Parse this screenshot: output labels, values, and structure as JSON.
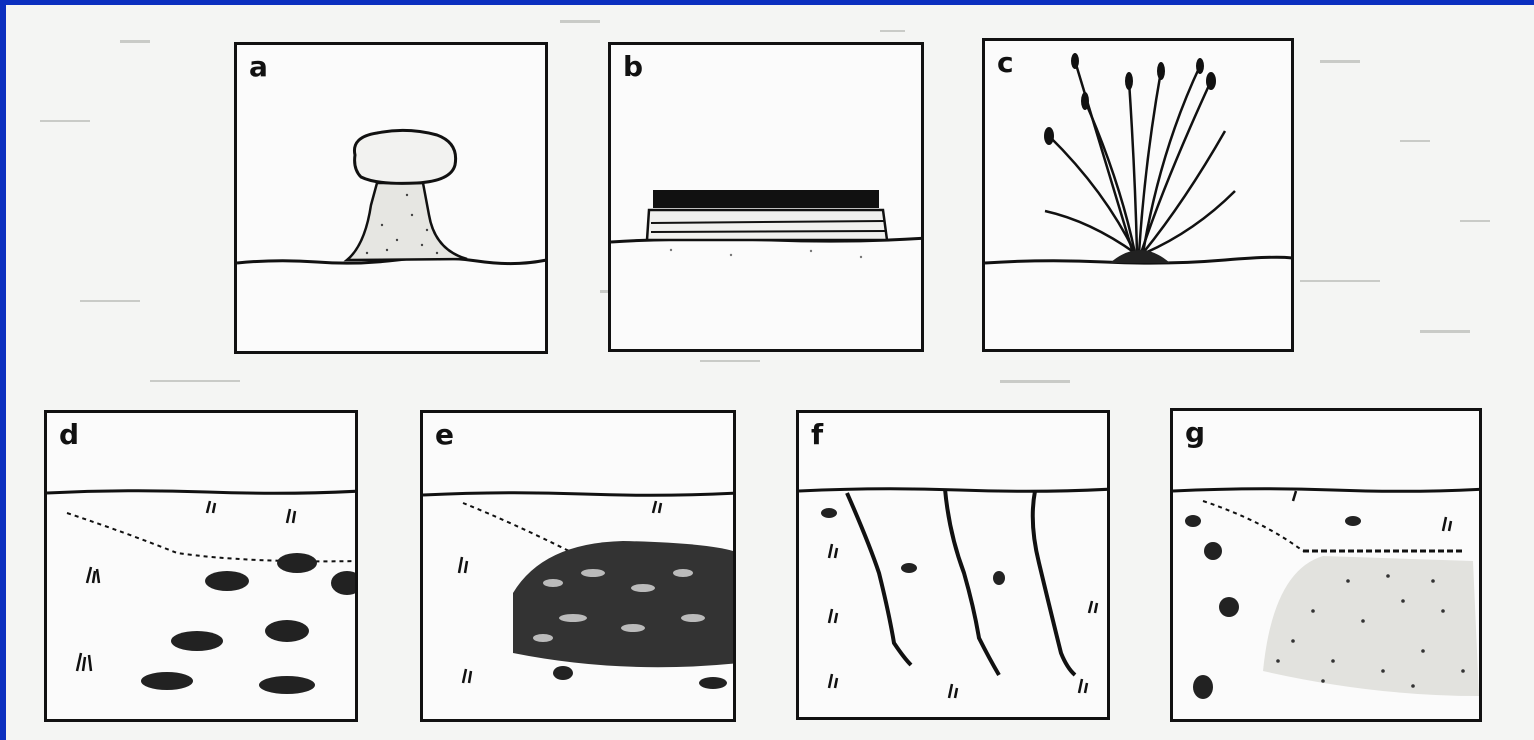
{
  "panels": [
    {
      "label": "a"
    },
    {
      "label": "b"
    },
    {
      "label": "c"
    },
    {
      "label": "d"
    },
    {
      "label": "e"
    },
    {
      "label": "f"
    },
    {
      "label": "g"
    }
  ],
  "colors": {
    "frame": "#0b2fbf",
    "ink": "#111111",
    "paper": "#fbfbfb"
  }
}
